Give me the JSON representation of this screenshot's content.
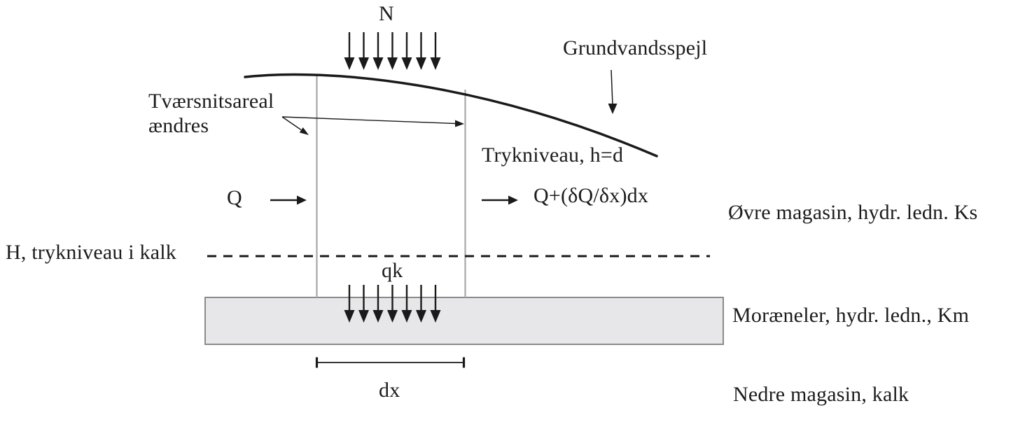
{
  "figure": {
    "title_hint": "Two-aquifer leakage cross-section schematic",
    "labels": {
      "recharge": "N",
      "water_table": "Grundvandsspejl",
      "cross_section_line1": "Tværsnitsareal",
      "cross_section_line2": "ændres",
      "pressure_level": "Trykniveau, h=d",
      "inflow": "Q",
      "outflow": "Q+(δQ/δx)dx",
      "upper_aquifer": "Øvre magasin, hydr. ledn. Ks",
      "chalk_head": "H, trykniveau i kalk",
      "leakage": "qk",
      "moraine_layer": "Moræneler, hydr. ledn., Km",
      "dx_dimension": "dx",
      "lower_aquifer": "Nedre magasin, kalk"
    },
    "colors": {
      "ink": "#1a1a1a",
      "text": "#1c1c1c",
      "section_line": "#a8a8a8",
      "moraine_fill": "#e7e7e9",
      "moraine_border": "#8a8a8a",
      "background": "#ffffff"
    }
  }
}
